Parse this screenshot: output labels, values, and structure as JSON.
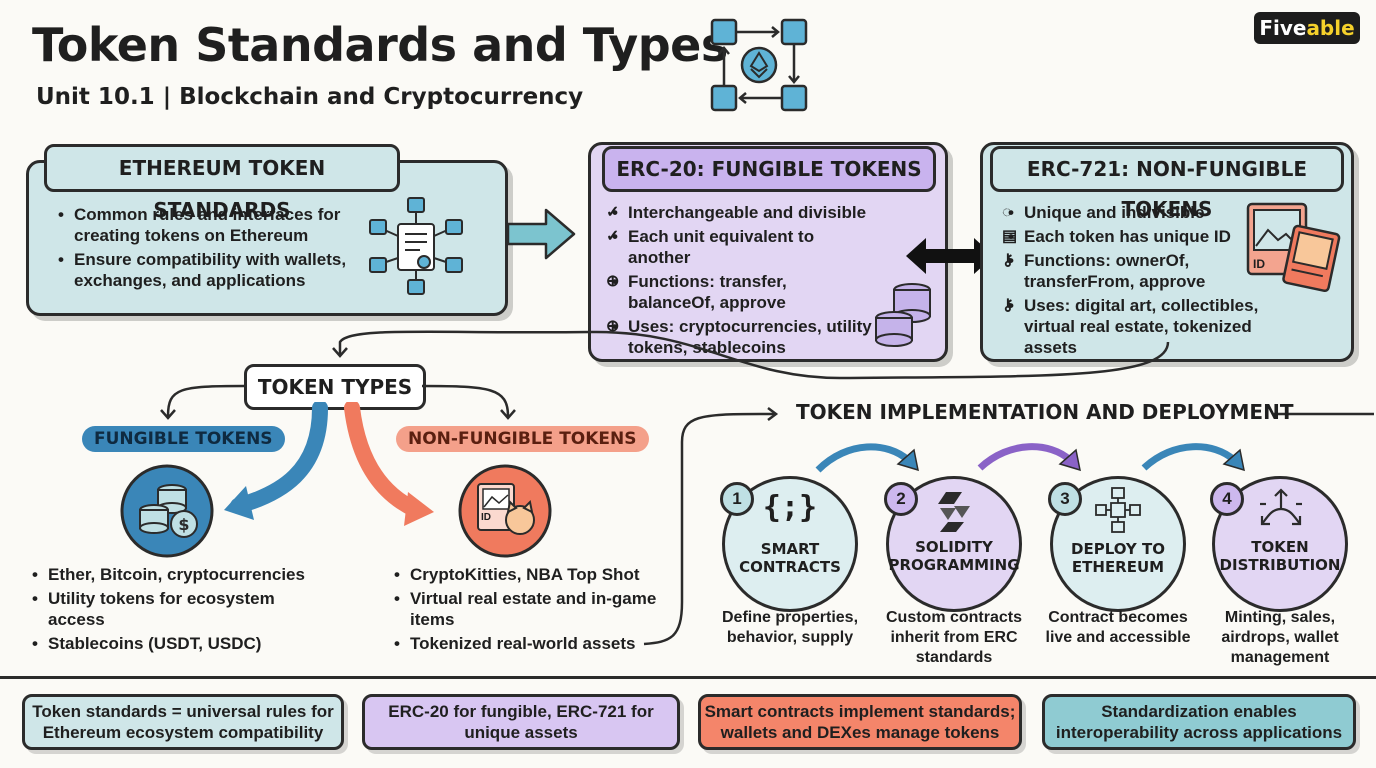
{
  "header": {
    "title": "Token Standards and Types",
    "subtitle": "Unit 10.1 | Blockchain and Cryptocurrency",
    "logo_prefix": "Five",
    "logo_suffix": "able"
  },
  "eth_standards": {
    "heading": "ETHEREUM TOKEN STANDARDS",
    "bullets": [
      "Common rules and interfaces for creating tokens on Ethereum",
      "Ensure compatibility with wallets, exchanges, and applications"
    ]
  },
  "erc20": {
    "heading": "ERC-20: FUNGIBLE TOKENS",
    "items": [
      "Interchangeable and divisible",
      "Each unit equivalent to another",
      "Functions: transfer, balanceOf, approve",
      "Uses: cryptocurrencies, utility tokens, stablecoins"
    ]
  },
  "erc721": {
    "heading": "ERC-721: NON-FUNGIBLE TOKENS",
    "items": [
      "Unique and indivisible",
      "Each token has unique ID",
      "Functions: ownerOf, transferFrom, approve",
      "Uses: digital art, collectibles, virtual real estate, tokenized assets"
    ],
    "card_label": "ID"
  },
  "token_types": {
    "heading": "TOKEN TYPES",
    "fungible": {
      "label": "FUNGIBLE TOKENS",
      "bullets": [
        "Ether, Bitcoin, cryptocurrencies",
        "Utility tokens for ecosystem access",
        "Stablecoins (USDT, USDC)"
      ]
    },
    "non_fungible": {
      "label": "NON-FUNGIBLE TOKENS",
      "card_label": "ID",
      "bullets": [
        "CryptoKitties, NBA Top Shot",
        "Virtual real estate and in-game items",
        "Tokenized real-world assets"
      ]
    }
  },
  "implementation": {
    "heading": "TOKEN IMPLEMENTATION AND DEPLOYMENT",
    "steps": [
      {
        "num": "1",
        "label": "SMART CONTRACTS",
        "icon": "{;}",
        "desc": "Define properties, behavior, supply"
      },
      {
        "num": "2",
        "label": "SOLIDITY PROGRAMMING",
        "desc": "Custom contracts inherit from ERC standards"
      },
      {
        "num": "3",
        "label": "DEPLOY TO ETHEREUM",
        "desc": "Contract becomes live and accessible"
      },
      {
        "num": "4",
        "label": "TOKEN DISTRIBUTION",
        "desc": "Minting, sales, airdrops, wallet management"
      }
    ]
  },
  "summary": [
    "Token standards = universal rules for Ethereum ecosystem compatibility",
    "ERC-20 for fungible, ERC-721 for unique assets",
    "Smart contracts implement standards; wallets and DEXes manage tokens",
    "Standardization enables interoperability across applications"
  ],
  "colors": {
    "teal": "#cfe6e8",
    "purple": "#e2d6f3",
    "blue": "#3a86b8",
    "coral": "#f07a5e"
  }
}
